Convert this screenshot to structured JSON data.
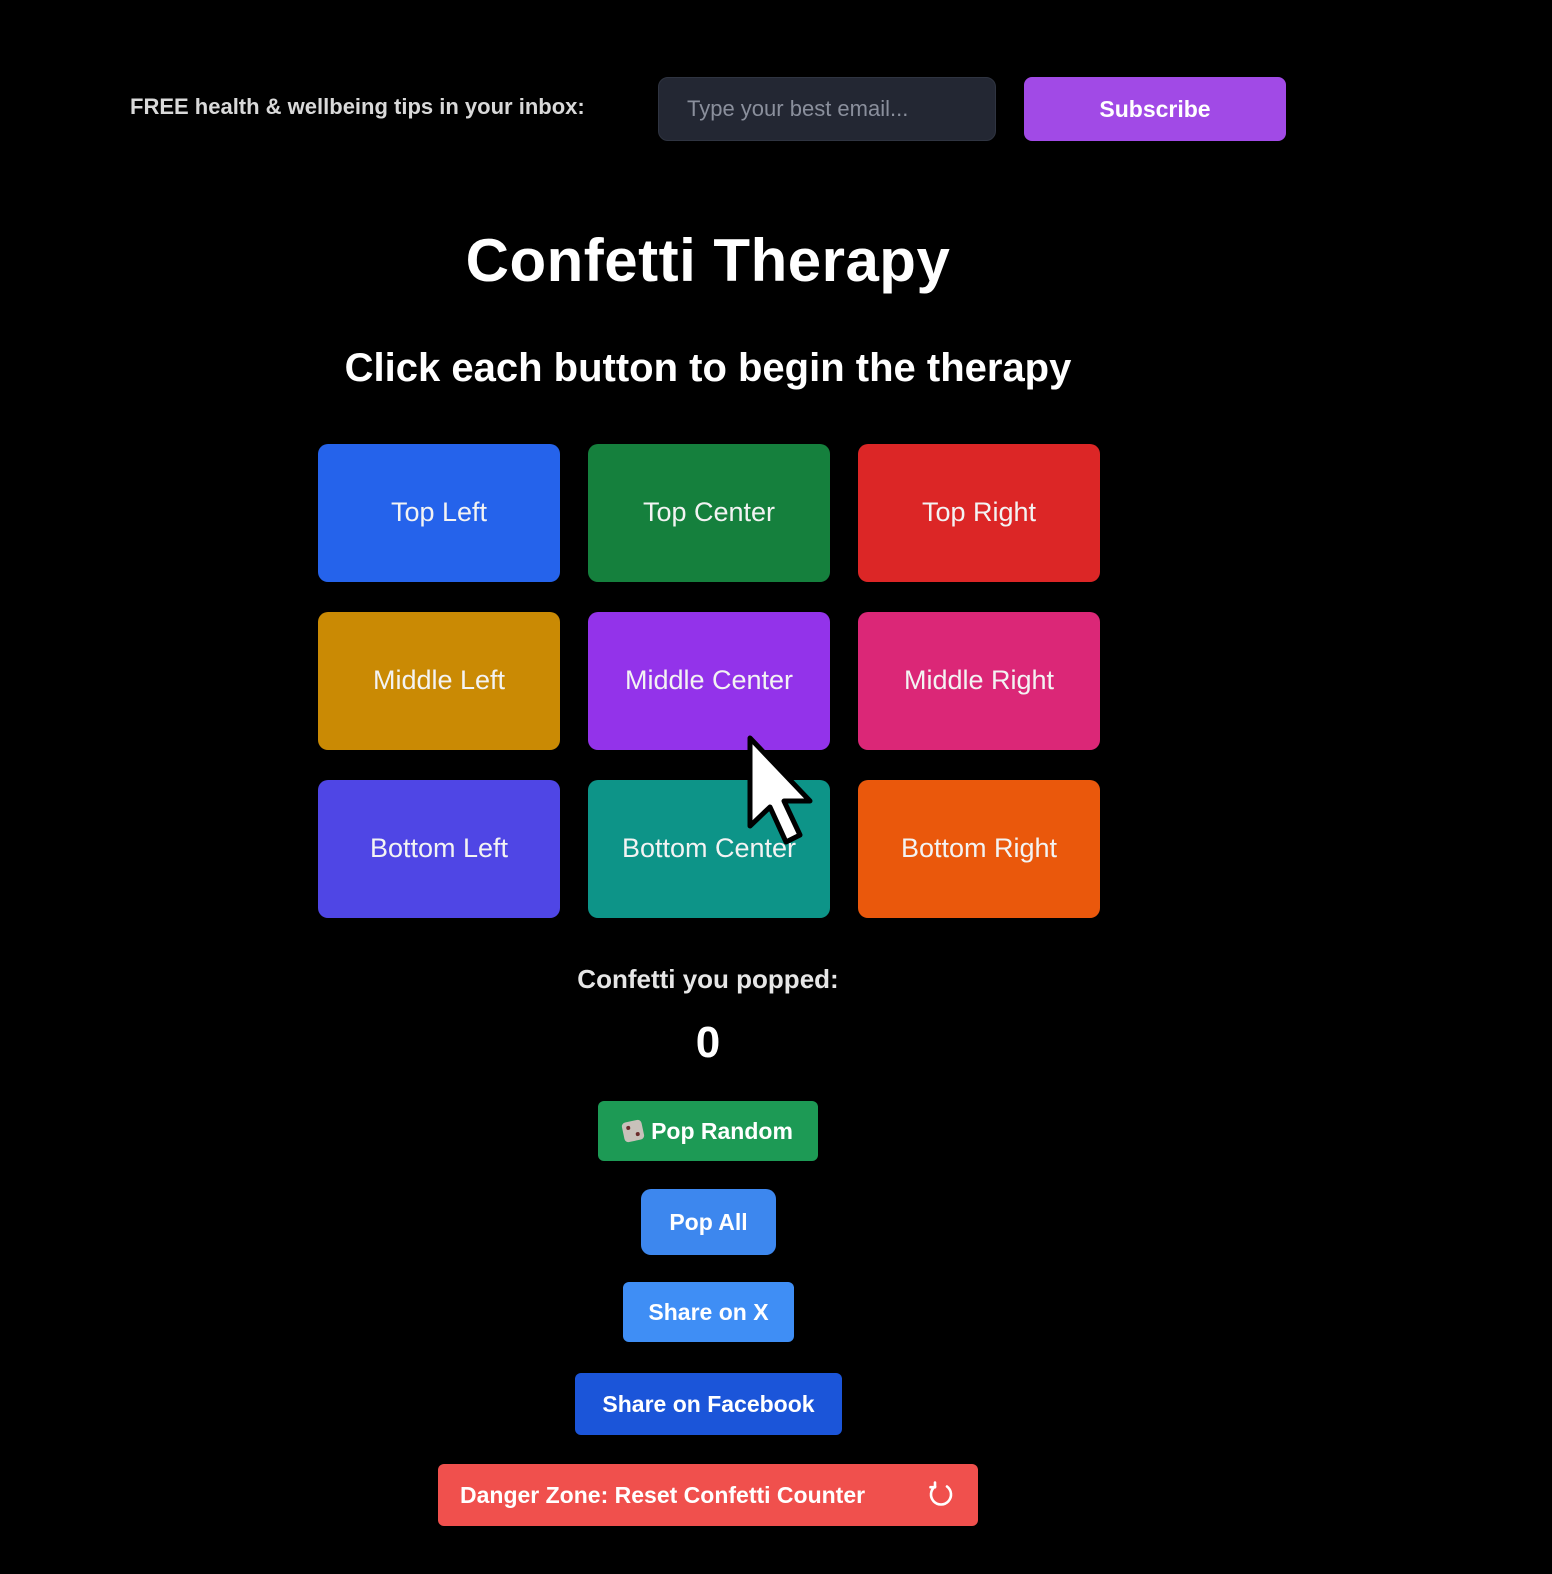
{
  "newsletter": {
    "label": "FREE health & wellbeing tips in your inbox:",
    "email_placeholder": "Type your best email...",
    "subscribe_label": "Subscribe"
  },
  "title": "Confetti Therapy",
  "subtitle": "Click each button to begin the therapy",
  "grid": [
    {
      "label": "Top Left",
      "color": "#2563eb"
    },
    {
      "label": "Top Center",
      "color": "#15803d"
    },
    {
      "label": "Top Right",
      "color": "#dc2626"
    },
    {
      "label": "Middle Left",
      "color": "#ca8a04"
    },
    {
      "label": "Middle Center",
      "color": "#9333ea"
    },
    {
      "label": "Middle Right",
      "color": "#db2777"
    },
    {
      "label": "Bottom Left",
      "color": "#4f46e5"
    },
    {
      "label": "Bottom Center",
      "color": "#0d9488"
    },
    {
      "label": "Bottom Right",
      "color": "#ea580c"
    }
  ],
  "counter": {
    "label": "Confetti you popped:",
    "value": "0"
  },
  "actions": {
    "pop_random": "Pop Random",
    "pop_random_icon": "dice-icon",
    "pop_all": "Pop All",
    "share_x": "Share on X",
    "share_facebook": "Share on Facebook",
    "reset": "Danger Zone: Reset Confetti Counter",
    "reset_icon": "reset-icon"
  }
}
